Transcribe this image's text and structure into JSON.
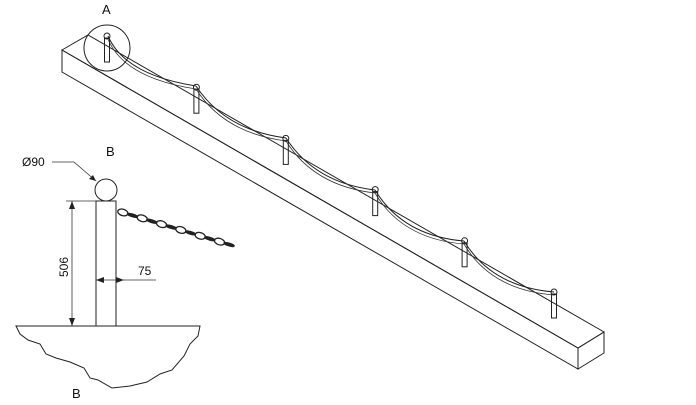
{
  "drawing": {
    "labels": {
      "detail_a": "A",
      "detail_b_top": "B",
      "detail_b_bottom": "B"
    },
    "dimensions": {
      "ball_diameter": "Ø90",
      "post_height": "506",
      "post_width": "75"
    },
    "post_count": 6
  }
}
